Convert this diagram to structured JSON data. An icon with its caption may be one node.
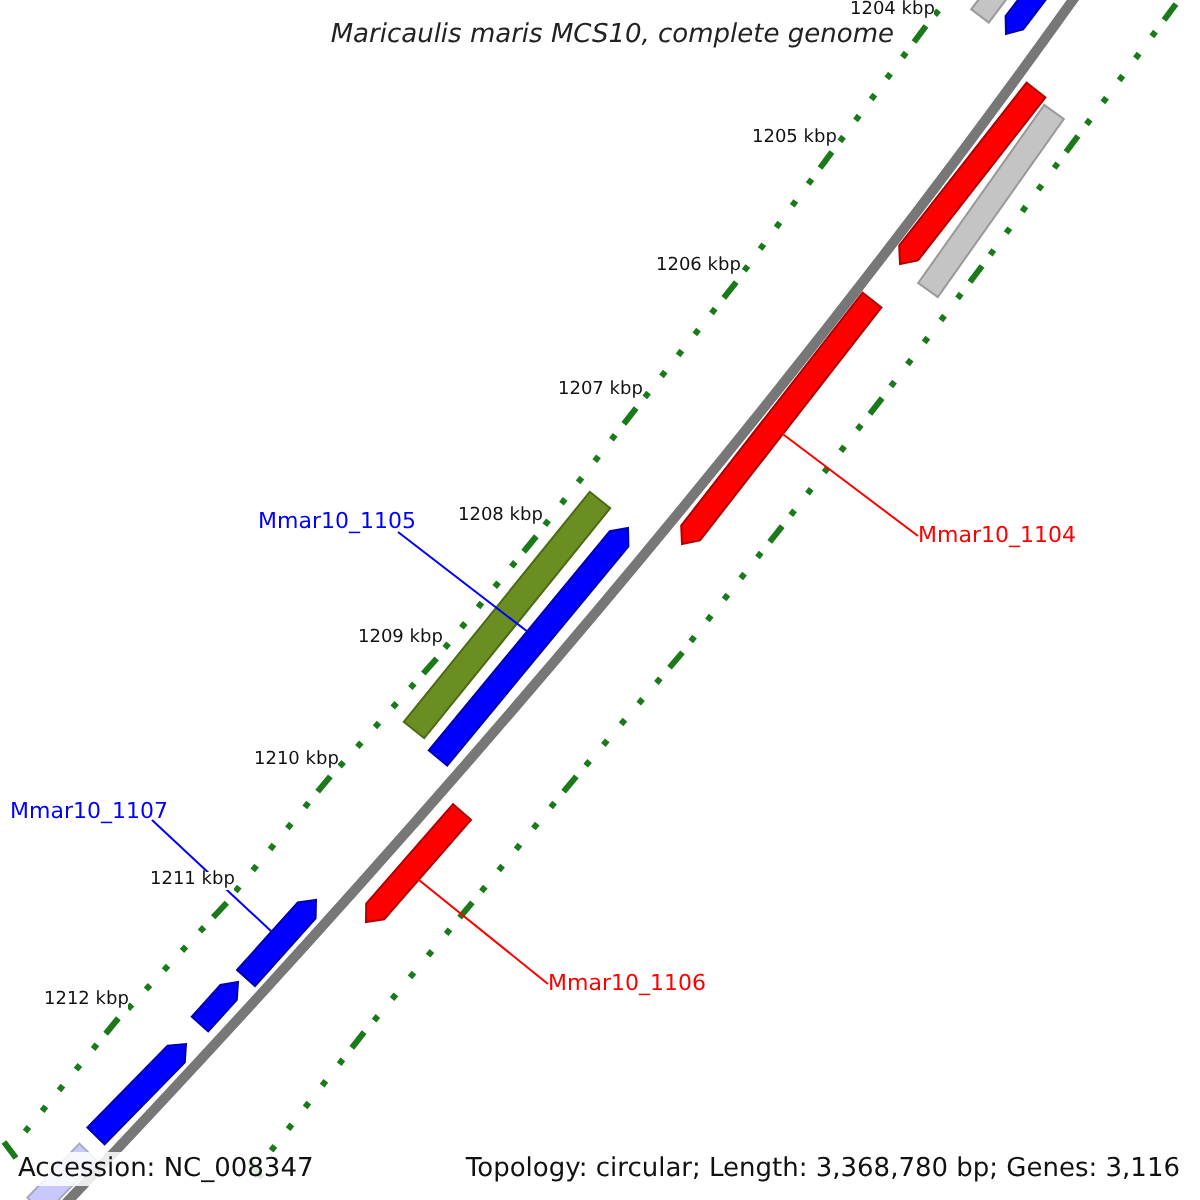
{
  "diagram": {
    "title": "Maricaulis maris MCS10, complete genome",
    "nodes": [
      {
        "text": [
          "Mmar10_1105"
        ]
      },
      {
        "text": [
          "Mmar10_1104"
        ]
      },
      {
        "text": [
          "Mmar10_1107"
        ]
      },
      {
        "text": [
          "Mmar10_1106"
        ]
      },
      {
        "text": [],
        "shape": "bar"
      },
      {
        "text": [],
        "shape": "bar"
      },
      {
        "text": [],
        "shape": "bar"
      },
      {
        "text": [],
        "shape": "bar"
      }
    ],
    "edges": [
      {
        "from": 0,
        "to": 5,
        "arrow": "none",
        "color": "#0000ff"
      },
      {
        "from": 1,
        "to": 4,
        "arrow": "none",
        "color": "#ff0000"
      },
      {
        "from": 2,
        "to": 7,
        "arrow": "none",
        "color": "#0000ff"
      },
      {
        "from": 3,
        "to": 6,
        "arrow": "none",
        "color": "#ff0000"
      }
    ],
    "labels": [
      "1204 kbp",
      "1205 kbp",
      "1206 kbp",
      "1207 kbp",
      "1208 kbp",
      "1209 kbp",
      "1210 kbp",
      "1211 kbp",
      "1212 kbp",
      "Accession: NC_008347",
      "Topology: circular; Length: 3,368,780 bp; Genes: 3,116"
    ]
  }
}
